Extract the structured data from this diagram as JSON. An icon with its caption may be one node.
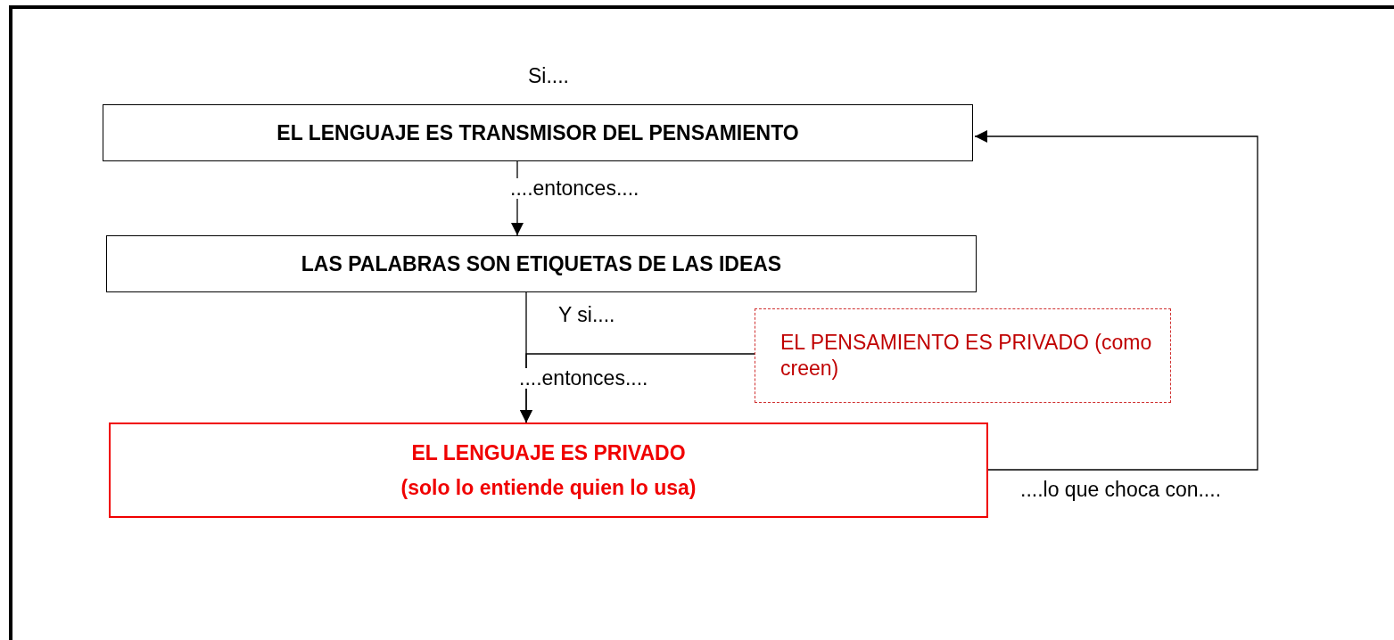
{
  "diagram": {
    "nodes": [
      {
        "text": [
          "EL LENGUAJE ES TRANSMISOR DEL PENSAMIENTO"
        ]
      },
      {
        "text": [
          "LAS PALABRAS SON ETIQUETAS DE LAS IDEAS"
        ]
      },
      {
        "text": [
          "EL PENSAMIENTO ES PRIVADO (como creen)"
        ]
      },
      {
        "text": [
          "EL LENGUAJE ES PRIVADO",
          "(solo lo entiende quien lo usa)"
        ]
      }
    ],
    "edges": [
      {
        "from": 0,
        "to": 1,
        "arrow": "to",
        "label": "....entonces...."
      },
      {
        "from": 1,
        "to": 3,
        "arrow": "to",
        "label": "....entonces...."
      },
      {
        "from": 2,
        "to": 3,
        "arrow": "to",
        "label": "Y si...."
      },
      {
        "from": 3,
        "to": 0,
        "arrow": "to",
        "label": "....lo que choca con...."
      }
    ],
    "labels": [
      "Si...."
    ]
  }
}
